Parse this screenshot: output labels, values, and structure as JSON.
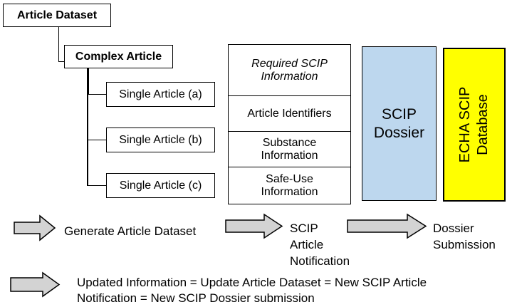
{
  "diagram": {
    "tree": {
      "article_dataset": "Article Dataset",
      "complex_article": "Complex Article",
      "single_articles": [
        "Single Article (a)",
        "Single Article (b)",
        "Single Article (c)"
      ]
    },
    "info_table": {
      "header": "Required SCIP Information",
      "rows": [
        "Article Identifiers",
        "Substance Information",
        "Safe-Use Information"
      ]
    },
    "scip_dossier_label": "SCIP Dossier",
    "echa_database_label": "ECHA SCIP Database",
    "flow": {
      "step1_label": "Generate Article Dataset",
      "step2_label": "SCIP Article Notification",
      "step3_label": "Dossier Submission",
      "note_line1": "Updated Information = Update Article Dataset = New SCIP Article",
      "note_line2": "Notification = New SCIP Dossier submission"
    },
    "colors": {
      "scip_dossier_fill": "#BDD7EE",
      "echa_database_fill": "#FFFF00",
      "arrow_fill": "#D3D3D3",
      "outline": "#000000",
      "box_fill": "#FFFFFF"
    }
  }
}
